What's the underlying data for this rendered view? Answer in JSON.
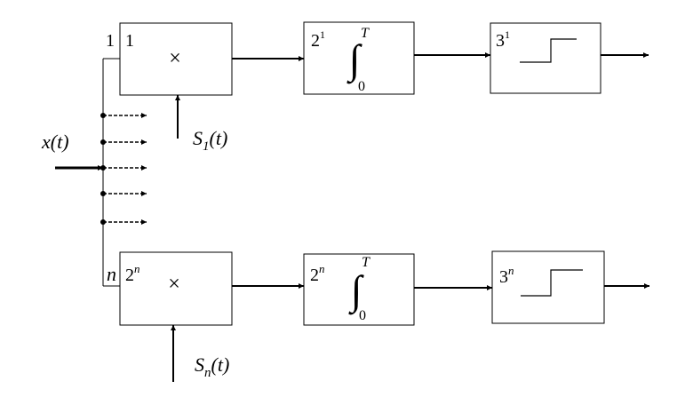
{
  "input": {
    "signal": "x(t)"
  },
  "channels": [
    {
      "branch": "1",
      "multiplier": {
        "base": "1",
        "sup": "",
        "symbol": "×"
      },
      "integrator": {
        "base": "2",
        "sup": "1",
        "symbol": "∫",
        "upper": "T",
        "lower": "0"
      },
      "decision": {
        "base": "3",
        "sup": "1"
      },
      "reference": {
        "s": "S",
        "sub": "1",
        "tail": "(t)"
      }
    },
    {
      "branch": "n",
      "multiplier": {
        "base": "2",
        "sup": "n",
        "symbol": "×"
      },
      "integrator": {
        "base": "2",
        "sup": "n",
        "symbol": "∫",
        "upper": "T",
        "lower": "0"
      },
      "decision": {
        "base": "3",
        "sup": "n"
      },
      "reference": {
        "s": "S",
        "sub": "n",
        "tail": "(t)"
      }
    }
  ]
}
